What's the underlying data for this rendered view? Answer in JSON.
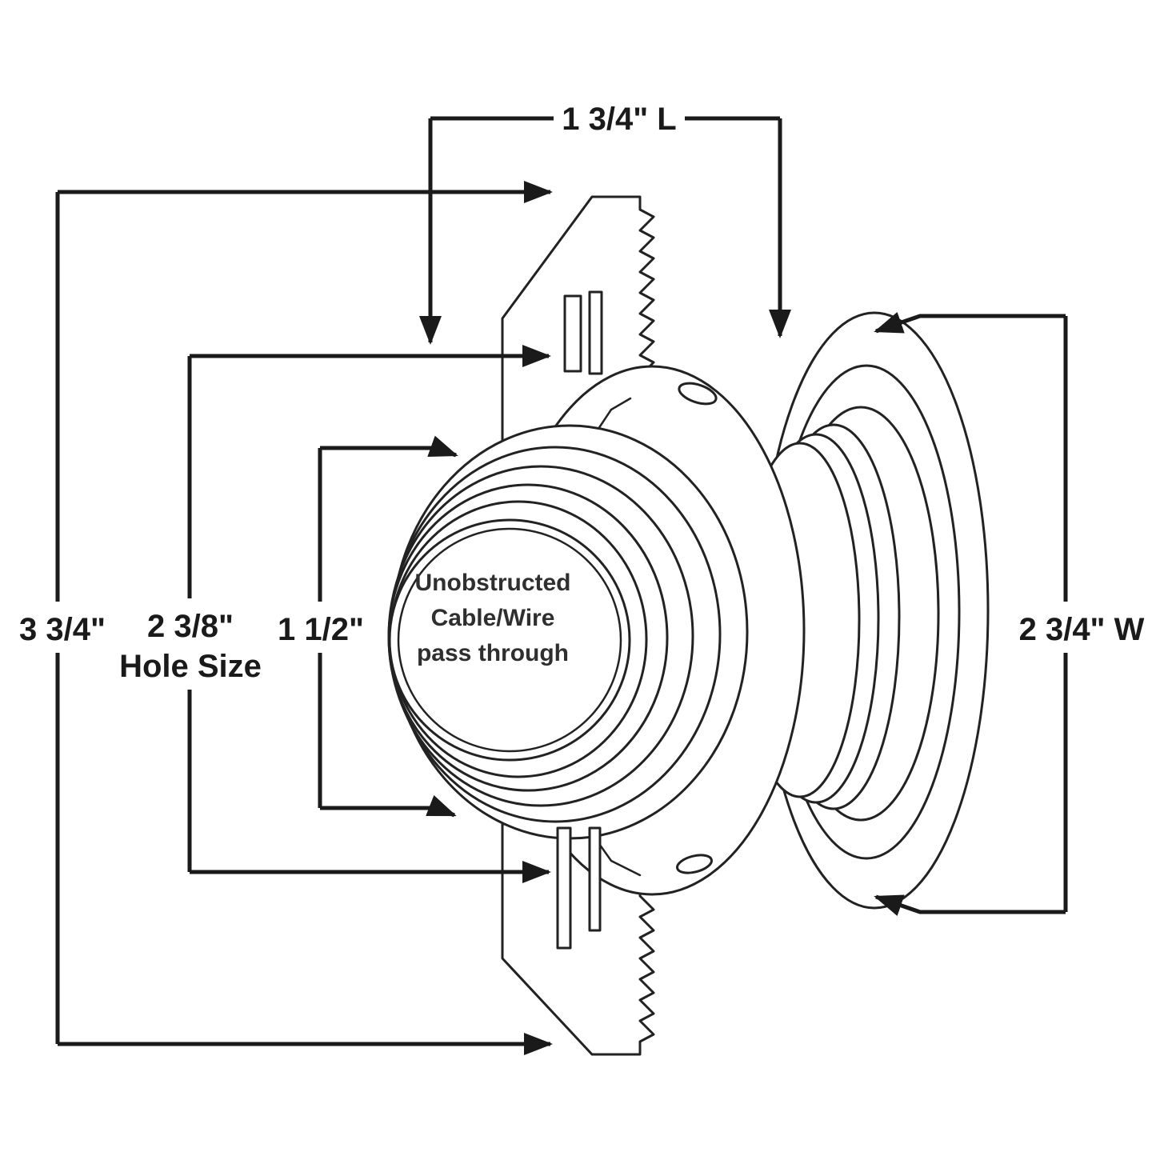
{
  "center_label": {
    "line1": "Unobstructed",
    "line2": "Cable/Wire",
    "line3": "pass through"
  },
  "dimensions": {
    "top_length": "1 3/4\" L",
    "overall_height": "3 3/4\"",
    "hole_size_value": "2 3/8\"",
    "hole_size_caption": "Hole Size",
    "pass_through_diameter": "1 1/2\"",
    "overall_width": "2 3/4\" W"
  },
  "colors": {
    "line": "#222222",
    "dimension_line": "#1a1a1a",
    "background": "#ffffff"
  }
}
